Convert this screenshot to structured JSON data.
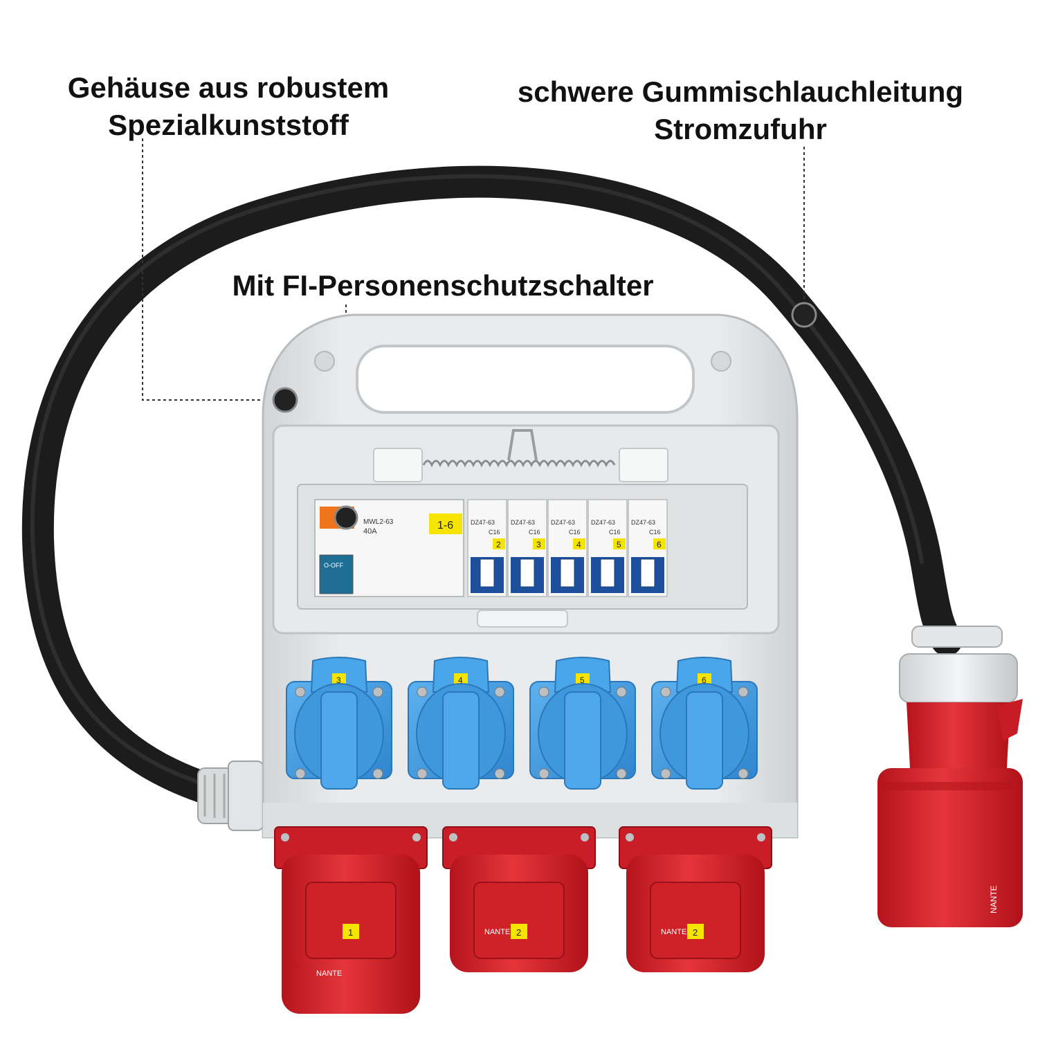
{
  "callouts": {
    "housing": {
      "line1": "Gehäuse aus robustem",
      "line2": "Spezialkunststoff"
    },
    "cable": {
      "line1": "schwere Gummischlauchleitung",
      "line2": "Stromzufuhr"
    },
    "fi_switch": {
      "line1": "Mit FI-Personenschutzschalter"
    }
  },
  "breaker_panel": {
    "group_tag": "1-6",
    "rcd": {
      "model": "MWL2-63",
      "rating": "40A",
      "switch_text": "O-OFF"
    },
    "mcbs": [
      {
        "model": "DZ47-63",
        "rating": "C16",
        "number": "2"
      },
      {
        "model": "DZ47-63",
        "rating": "C16",
        "number": "3"
      },
      {
        "model": "DZ47-63",
        "rating": "C16",
        "number": "4"
      },
      {
        "model": "DZ47-63",
        "rating": "C16",
        "number": "5"
      },
      {
        "model": "DZ47-63",
        "rating": "C16",
        "number": "6"
      }
    ]
  },
  "schuko_sockets": [
    "3",
    "4",
    "5",
    "6"
  ],
  "cee_sockets": [
    "1",
    "2",
    "2"
  ],
  "brand": "NANTE",
  "colors": {
    "cable": "#1c1c1c",
    "housing": "#e4e6e7",
    "schuko_blue": "#3f9be0",
    "cee_red": "#d9232d",
    "label_yellow": "#f5e400",
    "breaker_blue": "#1d4f9c"
  }
}
